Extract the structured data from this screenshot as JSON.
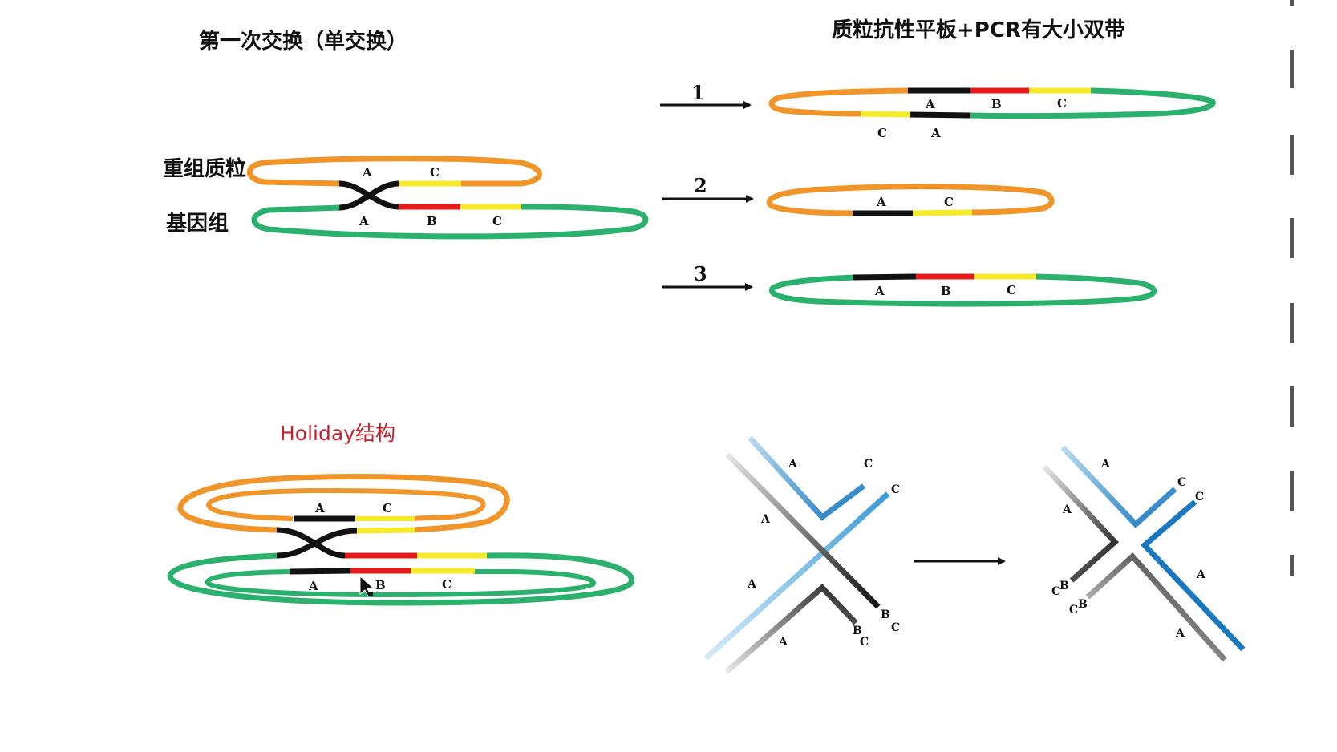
{
  "titles": {
    "first_exchange": "第一次交换（单交换）",
    "resistance_pcr": "质粒抗性平板+PCR有大小双带",
    "holiday": "Holiday结构"
  },
  "side_labels": {
    "plasmid": "重组质粒",
    "genome": "基因组"
  },
  "arrow_numbers": [
    "1",
    "2",
    "3"
  ],
  "segment_labels": {
    "a": "A",
    "b": "B",
    "c": "C"
  },
  "colors": {
    "plasmid": "#f0952a",
    "genome": "#2bb06e",
    "segment_a": "#111111",
    "segment_b": "#e8191a",
    "segment_c": "#f6ea2a",
    "strand_light": "#8fc8ec",
    "strand_dark": "#1a6fae",
    "strand_black": "#111111",
    "holiday_text": "#c8202a",
    "divider": "#555555"
  }
}
